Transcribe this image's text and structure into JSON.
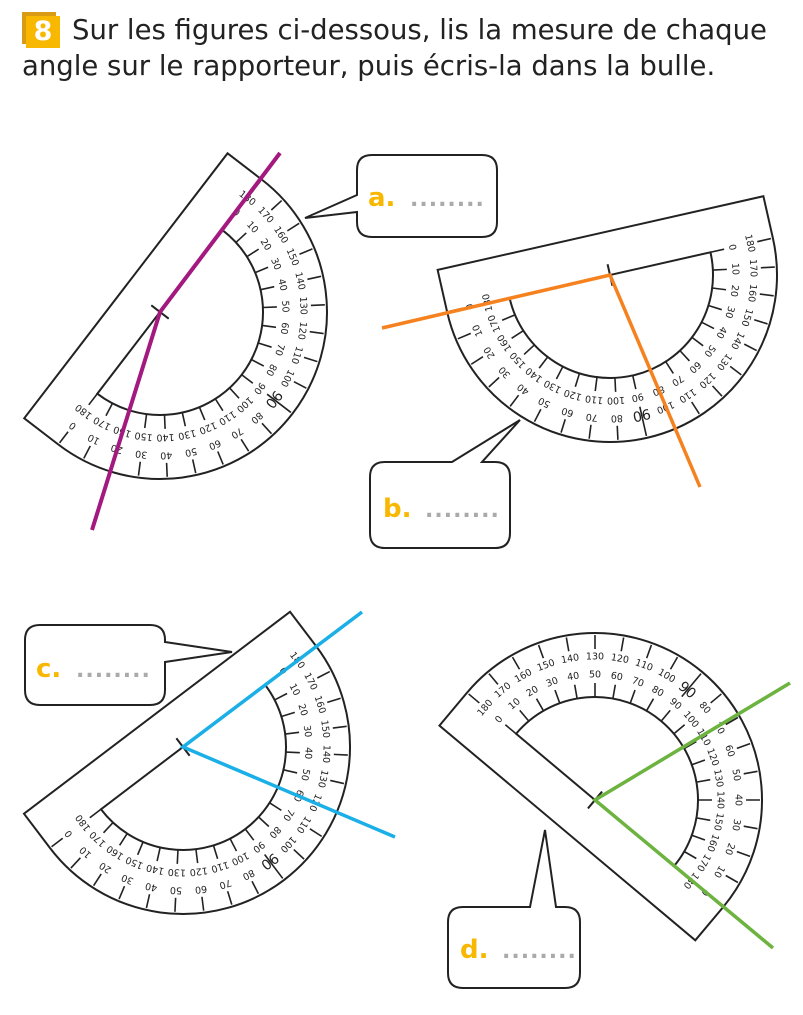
{
  "exercise": {
    "number": "8",
    "instruction_line1": "Sur les figures ci-dessous, lis la mesure de chaque",
    "instruction_line2": "angle sur le rapporteur, puis écris-la dans la bulle."
  },
  "protractor_scale": {
    "inner": [
      "0",
      "10",
      "20",
      "30",
      "40",
      "50",
      "60",
      "70",
      "80",
      "90",
      "100",
      "110",
      "120",
      "130",
      "140",
      "150",
      "160",
      "170",
      "180"
    ],
    "outer": [
      "180",
      "170",
      "160",
      "150",
      "140",
      "130",
      "120",
      "110",
      "100",
      "90",
      "80",
      "70",
      "60",
      "50",
      "40",
      "30",
      "20",
      "10",
      "0"
    ]
  },
  "figures": [
    {
      "id": "a",
      "label": "a.",
      "answer": "........",
      "color": "#a3197f"
    },
    {
      "id": "b",
      "label": "b.",
      "answer": "........",
      "color": "#f5821f"
    },
    {
      "id": "c",
      "label": "c.",
      "answer": "........",
      "color": "#1aafe6"
    },
    {
      "id": "d",
      "label": "d.",
      "answer": "........",
      "color": "#6cb33f"
    }
  ],
  "colors": {
    "badge": "#f8b800",
    "label": "#f8b800",
    "dots": "#aaaaaa"
  }
}
